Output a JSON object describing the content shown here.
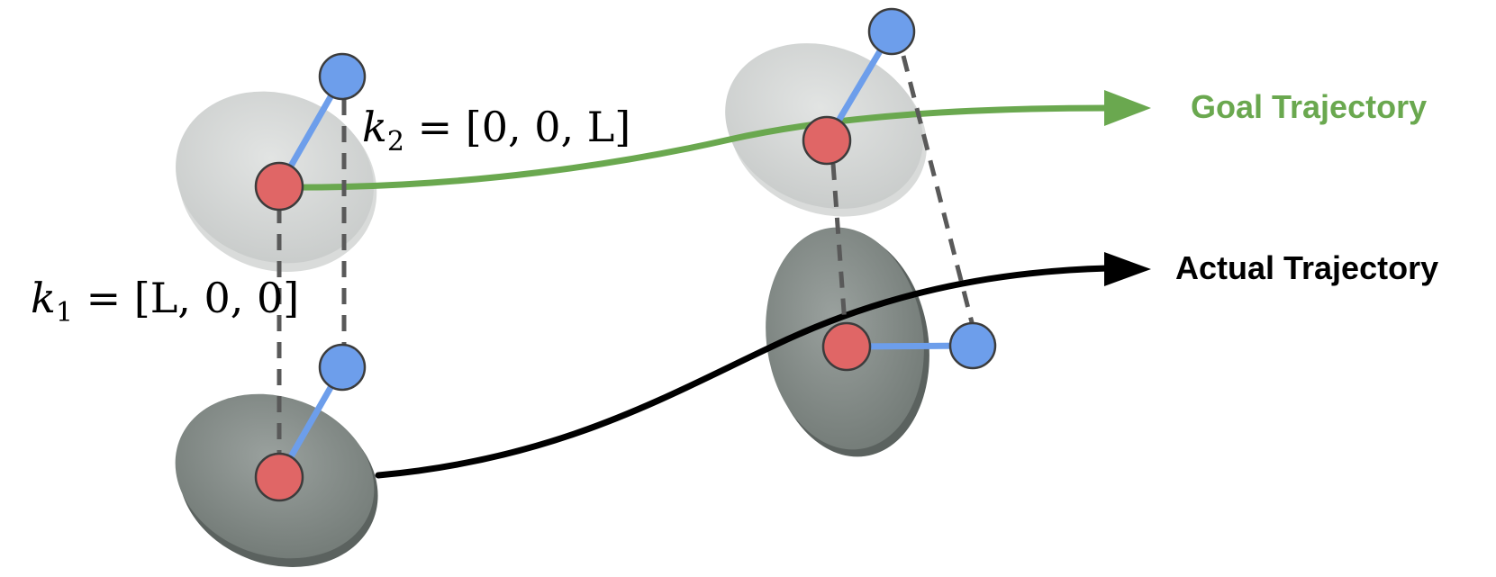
{
  "labels": {
    "goal_trajectory": "Goal Trajectory",
    "actual_trajectory": "Actual Trajectory",
    "k1": {
      "symbol": "k",
      "subscript": "1",
      "value": " = [L, 0, 0]"
    },
    "k2": {
      "symbol": "k",
      "subscript": "2",
      "value": " = [0, 0, L]"
    }
  },
  "colors": {
    "goal": "#6aa84f",
    "actual": "#000000",
    "red_node": "#e06666",
    "blue_node": "#6d9eeb",
    "link": "#6d9eeb",
    "dashed": "#595959",
    "disc_light": "#d9d9d9",
    "disc_dark": "#8a938f"
  }
}
